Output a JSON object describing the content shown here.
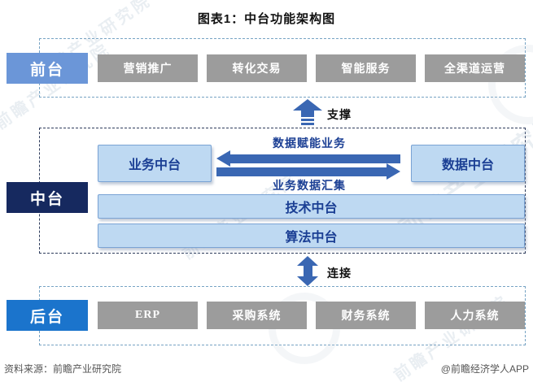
{
  "title": "图表1：中台功能架构图",
  "layers": {
    "front": {
      "label": "前台",
      "items": [
        "营销推广",
        "转化交易",
        "智能服务",
        "全渠道运营"
      ]
    },
    "middle": {
      "label": "中台",
      "business_box": "业务中台",
      "data_box": "数据中台",
      "tech_bar": "技术中台",
      "algo_bar": "算法中台",
      "arrow_top_label": "数据赋能业务",
      "arrow_bottom_label": "业务数据汇集"
    },
    "back": {
      "label": "后台",
      "items": [
        "ERP",
        "采购系统",
        "财务系统",
        "人力系统"
      ]
    }
  },
  "connectors": {
    "support": "支撑",
    "connect": "连接"
  },
  "footer": {
    "source": "资料来源：前瞻产业研究院",
    "credit": "@前瞻经济学人APP"
  },
  "watermark": {
    "text": "前瞻产业研究院"
  },
  "colors": {
    "front_label_bg": "#6b96d8",
    "middle_label_bg": "#16295f",
    "back_label_bg": "#1b74cc",
    "gray_box_bg": "#9c9c9c",
    "light_blue_box_bg": "#bed9f2",
    "light_blue_box_border": "#7aa3d4",
    "arrow_blue": "#3a67b3",
    "box_text_blue": "#1b3f94",
    "section_border_light": "#76a3c4",
    "section_border_dark": "#2e3c5c"
  }
}
